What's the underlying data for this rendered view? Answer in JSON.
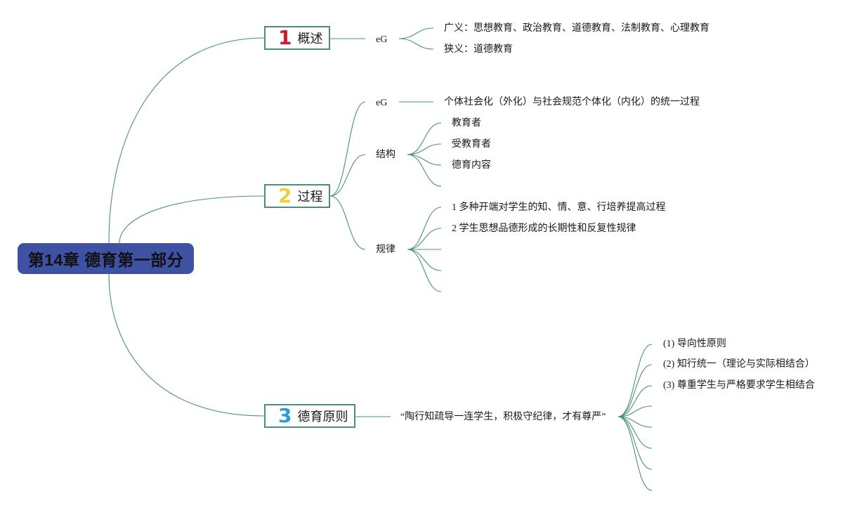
{
  "root": {
    "title": "第14章 德育第一部分"
  },
  "branches": [
    {
      "number": "1",
      "title": "概述",
      "sub": {
        "label": "eG",
        "items": [
          "广义：思想教育、政治教育、道德教育、法制教育、心理教育",
          "狭义：道德教育"
        ]
      }
    },
    {
      "number": "2",
      "title": "过程",
      "subs": [
        {
          "label": "eG",
          "items": [
            "个体社会化（外化）与社会规范个体化（内化）的统一过程"
          ]
        },
        {
          "label": "结构",
          "items": [
            "教育者",
            "受教育者",
            "德育内容",
            ""
          ]
        },
        {
          "label": "规律",
          "items": [
            "1 多种开端对学生的知、情、意、行培养提高过程",
            "2 学生思想品德形成的长期性和反复性规律",
            "",
            "",
            ""
          ]
        }
      ]
    },
    {
      "number": "3",
      "title": "德育原则",
      "sub": {
        "label": "“陶行知疏导一连学生，积极守纪律，才有尊严”",
        "items": [
          "(1) 导向性原则",
          "(2) 知行统一（理论与实际相结合）",
          "(3) 尊重学生与严格要求学生相结合",
          "",
          "",
          "",
          "",
          ""
        ]
      }
    }
  ],
  "colors": {
    "root_fill": "#3f51a3",
    "line": "#4a8f7d"
  }
}
